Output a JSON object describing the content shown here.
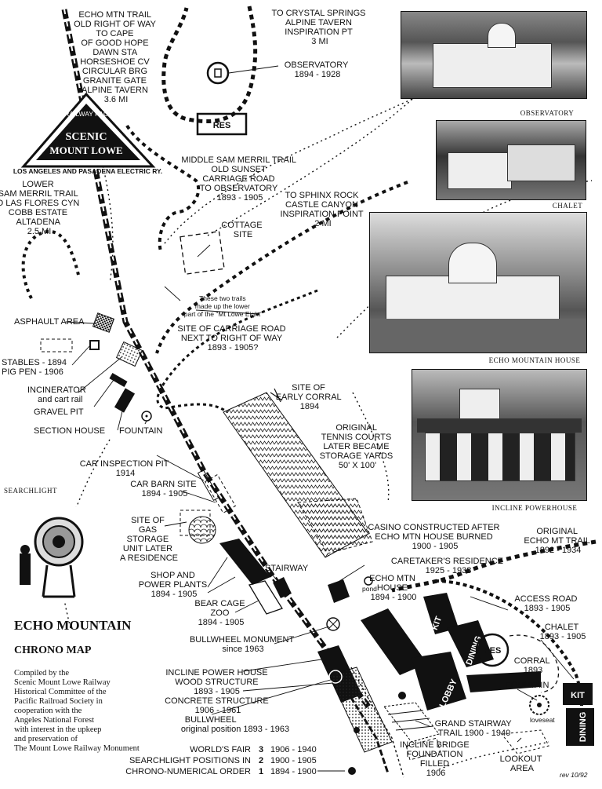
{
  "labels": {
    "echo_trail": [
      "ECHO MTN TRAIL",
      "OLD RIGHT OF WAY",
      "TO CAPE",
      "OF GOOD HOPE",
      "DAWN STA",
      "HORSESHOE CV",
      "CIRCULAR BRG",
      "GRANITE GATE",
      "ALPINE TAVERN",
      "3.6 MI"
    ],
    "crystal": [
      "TO CRYSTAL SPRINGS",
      "ALPINE TAVERN",
      "INSPIRATION PT",
      "3 MI"
    ],
    "observatory": [
      "OBSERVATORY",
      "1894 - 1928"
    ],
    "res": "RES",
    "middle_trail": [
      "MIDDLE SAM MERRIL TRAIL",
      "OLD SUNSET",
      "CARRIAGE ROAD",
      "TO OBSERVATORY",
      "1893 - 1905"
    ],
    "lower_trail": [
      "LOWER",
      "SAM MERRIL TRAIL",
      "O LAS FLORES CYN",
      "COBB ESTATE",
      "ALTADENA",
      "2.5 MI"
    ],
    "sphinx": [
      "TO SPHINX ROCK",
      "CASTLE CANYON",
      "INSPIRATION POINT",
      "2 MI"
    ],
    "cottage": [
      "COTTAGE",
      "SITE"
    ],
    "two_trails": [
      "These two trails",
      "made up the lower",
      "part of the \"Mt Lowe Eight\""
    ],
    "carriage_site": [
      "SITE OF CARRIAGE ROAD",
      "NEXT TO RIGHT OF WAY",
      "1893 - 1905?"
    ],
    "asphault": "ASPHAULT AREA",
    "stables": [
      "STABLES - 1894",
      "PIG PEN - 1906"
    ],
    "incinerator": [
      "INCINERATOR",
      "and cart rail"
    ],
    "gravel": "GRAVEL PIT",
    "section": "SECTION HOUSE",
    "fountain": "FOUNTAIN",
    "early_corral": [
      "SITE OF",
      "EARLY CORRAL",
      "1894"
    ],
    "tennis": [
      "ORIGINAL",
      "TENNIS COURTS",
      "LATER BECAME",
      "STORAGE YARDS",
      "50' X 100'"
    ],
    "car_pit": [
      "CAR INSPECTION PIT",
      "1914"
    ],
    "car_barn": [
      "CAR BARN SITE",
      "1894 - 1905"
    ],
    "gas": [
      "SITE OF",
      "GAS",
      "STORAGE",
      "UNIT LATER",
      "A RESIDENCE"
    ],
    "shop": [
      "SHOP AND",
      "POWER PLANTS",
      "1894 - 1905"
    ],
    "stairway": "STAIRWAY",
    "casino": [
      "CASINO CONSTRUCTED AFTER",
      "ECHO MTN HOUSE BURNED",
      "1900 - 1905"
    ],
    "original_trail": [
      "ORIGINAL",
      "ECHO MT TRAIL",
      "1892 - 1934"
    ],
    "caretaker": [
      "CARETAKER'S RESIDENCE",
      "1925 - 1938"
    ],
    "pond": "pond",
    "echo_house": [
      "ECHO MTN",
      "HOUSE",
      "1894 - 1900"
    ],
    "access": [
      "ACCESS ROAD",
      "1893 - 1905"
    ],
    "bear": [
      "BEAR CAGE",
      "ZOO",
      "1894 - 1905"
    ],
    "chalet_lbl": [
      "CHALET",
      "1893 - 1905"
    ],
    "bullwheel_mon": [
      "BULLWHEEL MONUMENT",
      "since 1963"
    ],
    "kit": "KIT",
    "dining": "DINING",
    "lobby": "LOBBY",
    "res2": "RES",
    "corral": [
      "CORRAL",
      "1893"
    ],
    "fountain2": "FOUNTAIN",
    "incline_ph": [
      "INCLINE POWER HOUSE",
      "WOOD STRUCTURE",
      "1893 - 1905",
      "CONCRETE STRUCTURE",
      "1906 - 1961"
    ],
    "loveseat": "loveseat",
    "bullwheel": [
      "BULLWHEEL",
      "original position 1893 - 1963"
    ],
    "grand_stair": [
      "GRAND STAIRWAY",
      "TRAIL 1900 - 1940"
    ],
    "worlds_fair": [
      "WORLD'S FAIR",
      "1906 - 1940"
    ],
    "searchlight_pos": [
      "SEARCHLIGHT POSITIONS IN",
      "CHRONO-NUMERICAL ORDER"
    ],
    "searchlight_nums": [
      "3",
      "2",
      "1"
    ],
    "searchlight_dates": [
      "1900 - 1905",
      "1894 - 1900"
    ],
    "incline_bridge": [
      "INCLINE BRIDGE",
      "FOUNDATION",
      "FILLED",
      "1906"
    ],
    "lookout": [
      "LOOKOUT",
      "AREA"
    ],
    "rev": "rev 10/92",
    "searchlight_cap": "SEARCHLIGHT",
    "title1": "ECHO MOUNTAIN",
    "title2": "CHRONO MAP",
    "compiled": [
      "Compiled by the",
      "Scenic  Mount Lowe Railway",
      "Historical Committee of the",
      "Pacific Railroad Society in",
      "cooperation with the",
      "Angeles National Forest",
      "with interest in the upkeep",
      "and preservation of",
      "The Mount Lowe Railway Monument"
    ]
  },
  "logo": {
    "top": "MOUNT LOWE RAILWAY   PACIFIC ELECTRIC",
    "line1": "SCENIC",
    "line2": "MOUNT LOWE",
    "bottom": "LOS ANGELES AND PASADENA ELECTRIC RY."
  },
  "photos": {
    "observatory": "OBSERVATORY",
    "chalet": "CHALET",
    "echo_house": "ECHO MOUNTAIN HOUSE",
    "powerhouse": "INCLINE POWERHOUSE"
  }
}
